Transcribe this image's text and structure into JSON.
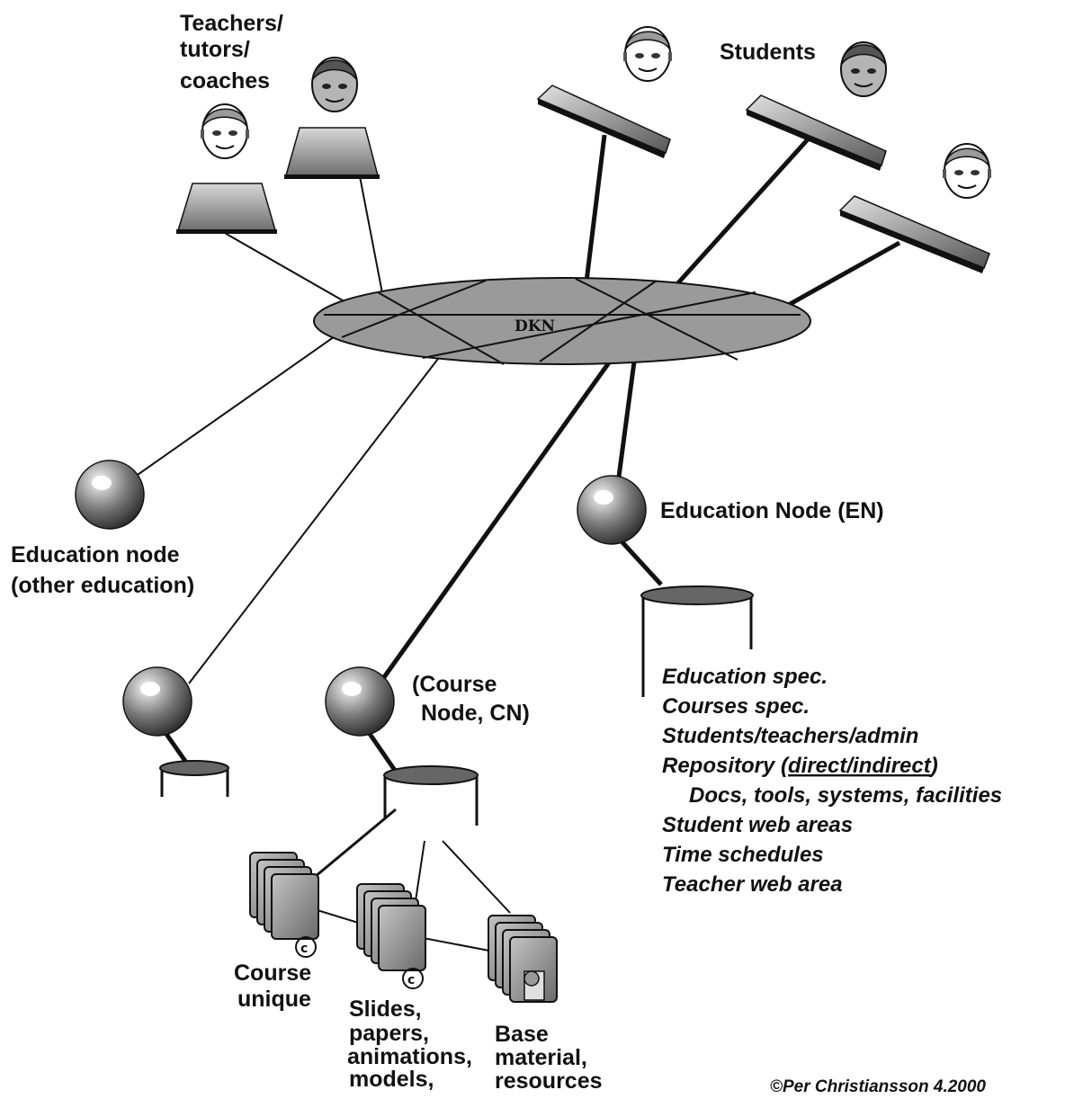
{
  "labels": {
    "teachers": [
      "Teachers/",
      "tutors/",
      "coaches"
    ],
    "students": "Students",
    "network": "DKN",
    "edu_other": [
      "Education node",
      "(other education)"
    ],
    "edu_node": "Education Node (EN)",
    "course_node": [
      "(Course",
      "Node, CN)"
    ],
    "course_unique": [
      "Course",
      "unique"
    ],
    "slides": [
      "Slides,",
      "papers,",
      "animations,",
      "models,",
      "..."
    ],
    "base": [
      "Base",
      "material,",
      "resources"
    ],
    "copyright": "©Per Christiansson 4.2000"
  },
  "en_spec": {
    "lines": [
      "Education spec.",
      "Courses spec.",
      "Students/teachers/admin"
    ],
    "repo_prefix": "Repository (",
    "repo_link": "direct/indirect",
    "repo_suffix": ")",
    "lines2": [
      "Docs, tools, systems, facilities",
      "Student web areas",
      "Time schedules",
      "Teacher web area"
    ]
  },
  "colors": {
    "node_fill": "#8a8a8a",
    "disk_fill": "#a3a3a3",
    "line": "#111111"
  }
}
